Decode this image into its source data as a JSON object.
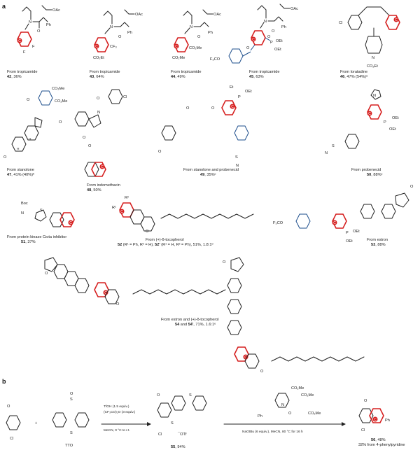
{
  "panels": {
    "a": "a",
    "b": "b"
  },
  "ph": "Ph",
  "oac": "OAc",
  "et": "Et",
  "n": "N",
  "o": "O",
  "p": "P",
  "cl": "Cl",
  "f": "F",
  "cf3": "CF₃",
  "co2et": "CO₂Et",
  "co2me": "CO₂Me",
  "oet": "OEt",
  "f3co": "F₃CO",
  "me": "Me",
  "boc": "Boc",
  "s": "S",
  "h": "H",
  "red_c": "C",
  "r1": "R¹",
  "r2": "R²",
  "compounds": {
    "c42": {
      "from": "From tropicamide",
      "num": "42",
      "yield": ", 36%"
    },
    "c43": {
      "from": "From tropicamide",
      "num": "43",
      "yield": ", 64%"
    },
    "c44": {
      "from": "From tropicamide",
      "num": "44",
      "yield": ", 49%"
    },
    "c45": {
      "from": "From tropicamide",
      "num": "45",
      "yield": ", 63%"
    },
    "c46": {
      "from": "From loratadine",
      "num": "46",
      "yield": ", 47% (54%)ᵃ"
    },
    "c47": {
      "from": "From stanolone",
      "num": "47",
      "yield": ", 41% (40%)ᵇ"
    },
    "c48": {
      "from": "From indomethacin",
      "num": "48",
      "yield": ", 50%"
    },
    "c49": {
      "from": "From stanolone and probenecid",
      "num": "49",
      "yield": ", 35%ᶜ"
    },
    "c50": {
      "from": "From probenecid",
      "num": "50",
      "yield": ", 88%ᶜ"
    },
    "c51": {
      "from": "From protein kinase Cιota inhibitor",
      "num": "51",
      "yield": ", 37%"
    },
    "c52": {
      "from": "From (+)-δ-tocopherol",
      "line2_a": "52",
      "line2_b": " (R¹ = Ph, R² = H), ",
      "line2_c": "52′",
      "line2_d": " (R¹ = H, R² = Ph), 51%, 1.8:1ᵈ"
    },
    "c53": {
      "from": "From estron",
      "num": "53",
      "yield": ", 88%"
    },
    "c54": {
      "from": "From estron and (+)-δ-tocopherol",
      "num": "54",
      "mid": " and ",
      "num2": "54′",
      "yield": ", 71%, 1.6:1ᵉ"
    }
  },
  "scheme_b": {
    "tto": "TTO",
    "plus": "+",
    "reagent1": "TfOH (1.5 equiv.)",
    "reagent2": "(CF₃CO)₂O (3 equiv.)",
    "cond1": "MeCN, 0 °C to r.t.",
    "otf": "¯OTf",
    "int_num": "55",
    "int_yield": ", 94%",
    "cond2": "NaOtBu (6 equiv.), MeCN, 80 °C for 16 h",
    "prod_num": "56",
    "prod_yield": ", 48%",
    "prod_note": "32% from 4-phenylpyridine"
  }
}
